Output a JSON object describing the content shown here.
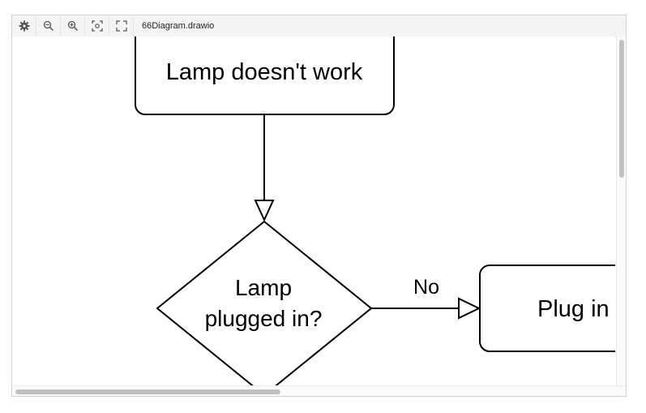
{
  "toolbar": {
    "file_name": "66Diagram.drawio",
    "buttons": [
      {
        "icon": "gear-icon"
      },
      {
        "icon": "zoom-out-icon"
      },
      {
        "icon": "zoom-in-icon"
      },
      {
        "icon": "fit-icon"
      },
      {
        "icon": "fullscreen-icon"
      }
    ]
  },
  "diagram": {
    "start_node": "Lamp doesn't work",
    "decision_line1": "Lamp",
    "decision_line2": "plugged in?",
    "edge_label": "No",
    "action_node": "Plug in"
  }
}
